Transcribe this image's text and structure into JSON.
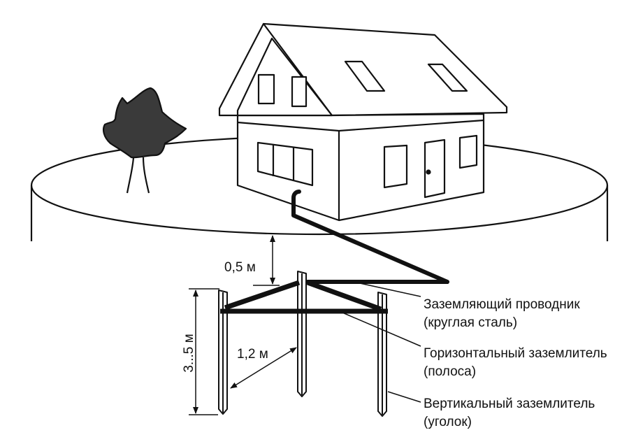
{
  "labels": {
    "conductor": {
      "line1": "Заземляющий проводник",
      "line2": "(круглая сталь)"
    },
    "horizontal": {
      "line1": "Горизонтальный заземлитель",
      "line2": "(полоса)"
    },
    "vertical": {
      "line1": "Вертикальный заземлитель",
      "line2": "(уголок)"
    }
  },
  "dimensions": {
    "depth": "0,5 м",
    "rod_length": "3...5 м",
    "spacing": "1,2 м"
  },
  "colors": {
    "ink": "#111111",
    "tree": "#3a3a3a",
    "background": "#ffffff"
  }
}
